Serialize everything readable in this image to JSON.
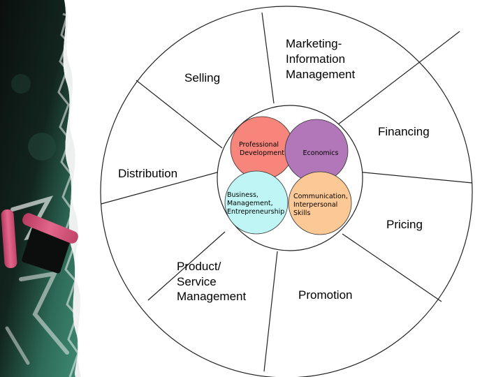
{
  "diagram": {
    "outer_labels": {
      "marketing_information_management": [
        "Marketing-",
        "Information",
        "Management"
      ],
      "selling": [
        "Selling"
      ],
      "financing": [
        "Financing"
      ],
      "distribution": [
        "Distribution"
      ],
      "pricing": [
        "Pricing"
      ],
      "product_service_management": [
        "Product/",
        "Service",
        "Management"
      ],
      "promotion": [
        "Promotion"
      ]
    },
    "core_circles": {
      "professional_development": {
        "lines": [
          "Professional",
          "Development"
        ],
        "color": "#f7857b"
      },
      "economics": {
        "lines": [
          "Economics"
        ],
        "color": "#b277b8"
      },
      "business_management": {
        "lines": [
          "Business,",
          "Management,",
          "Entrepreneurship"
        ],
        "color": "#bff6f5"
      },
      "communication": {
        "lines": [
          "Communication,",
          "Interpersonal",
          "Skills"
        ],
        "color": "#fcc896"
      }
    },
    "colors": {
      "chalkboard_dark": "#0b110f",
      "chalkboard_green": "#2e6b58",
      "chalk_pink": "#d9587e",
      "outline": "#222222"
    }
  }
}
